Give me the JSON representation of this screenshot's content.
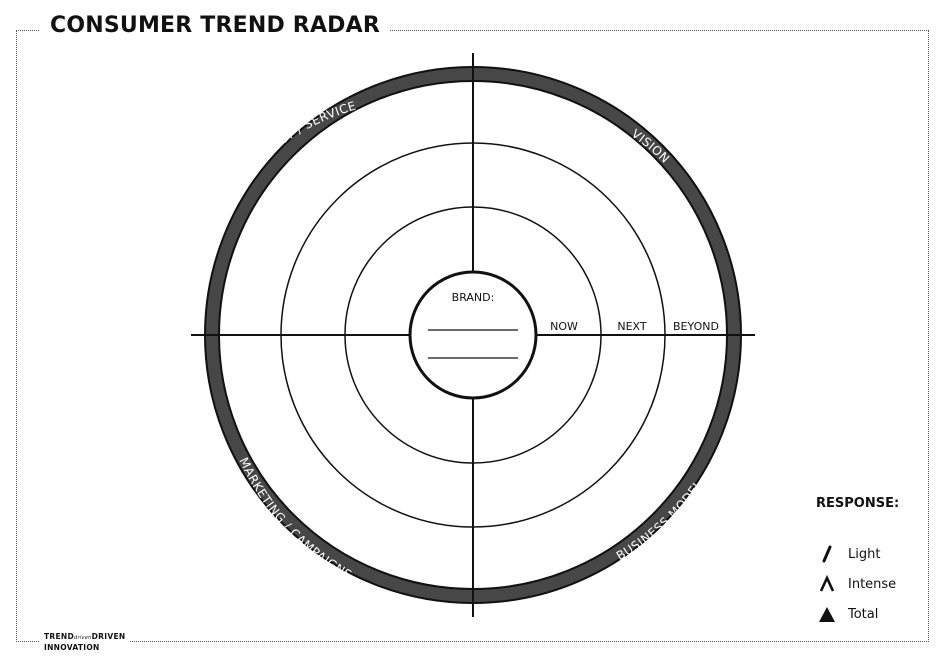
{
  "title": "CONSUMER TREND RADAR",
  "radar": {
    "center_label": "BRAND:",
    "rings": [
      "NOW",
      "NEXT",
      "BEYOND"
    ],
    "quadrants": [
      "PRODUCT / SERVICE",
      "VISION",
      "BUSINESS MODEL",
      "MARKETING / CAMPAIGNS"
    ]
  },
  "response": {
    "title": "RESPONSE:",
    "items": [
      {
        "icon": "slash-icon",
        "label": "Light"
      },
      {
        "icon": "caret-up-icon",
        "label": "Intense"
      },
      {
        "icon": "triangle-icon",
        "label": "Total"
      }
    ]
  },
  "logo": {
    "line1": "TREND",
    "connector": "driven",
    "line1b": "DRIVEN",
    "line2": "INNOVATION"
  },
  "colors": {
    "ring_band": "#474747",
    "line": "#111111",
    "band_text": "#ffffff"
  }
}
